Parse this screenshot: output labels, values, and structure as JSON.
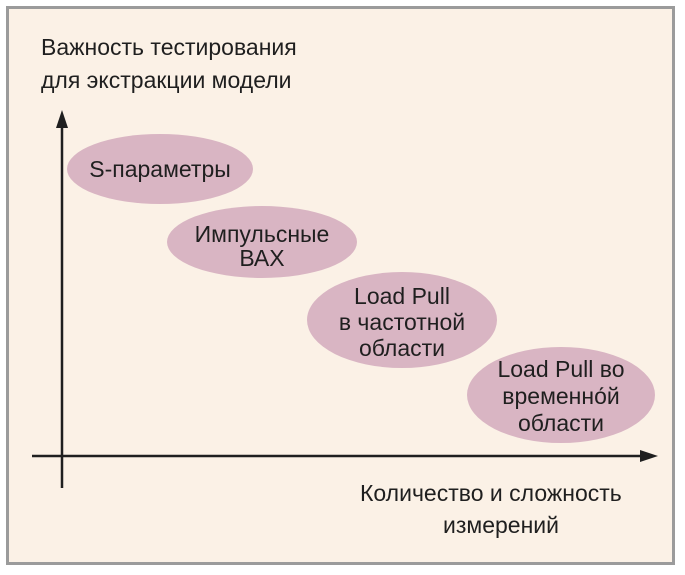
{
  "y_axis": {
    "label_lines": [
      "Важность тестирования",
      "для экстракции модели"
    ]
  },
  "x_axis": {
    "label_lines": [
      "Количество и сложность",
      "измерений"
    ]
  },
  "nodes": [
    {
      "lines": [
        "S-параметры"
      ]
    },
    {
      "lines": [
        "Импульсные",
        "ВАХ"
      ]
    },
    {
      "lines": [
        "Load Pull",
        "в частотной",
        "области"
      ]
    },
    {
      "lines": [
        "Load Pull во",
        "временно́й",
        "области"
      ]
    }
  ],
  "colors": {
    "background": "#fbf1e6",
    "border": "#9b9b9b",
    "ellipse": "#d9b5c3",
    "text": "#1f1f1f"
  }
}
